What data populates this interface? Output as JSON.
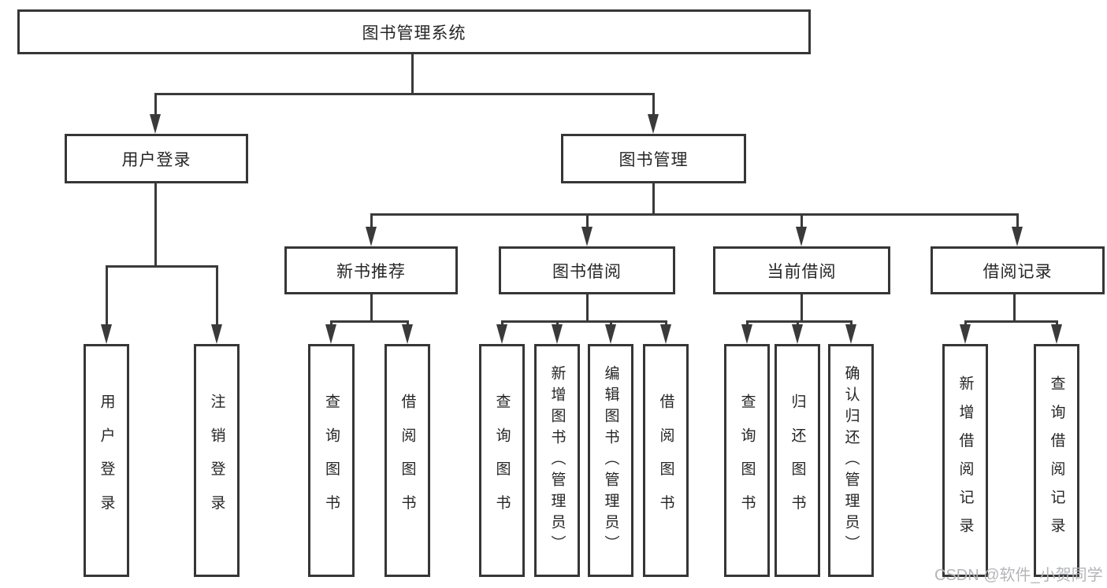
{
  "tree": {
    "root": {
      "label": "图书管理系统"
    },
    "user_login": {
      "label": "用户登录",
      "children": [
        {
          "label": "用户登录"
        },
        {
          "label": "注销登录"
        }
      ]
    },
    "book_mgmt": {
      "label": "图书管理",
      "children": [
        {
          "label": "新书推荐",
          "children": [
            {
              "label": "查询图书"
            },
            {
              "label": "借阅图书"
            }
          ]
        },
        {
          "label": "图书借阅",
          "children": [
            {
              "label": "查询图书"
            },
            {
              "label": "新增图书（管理员）"
            },
            {
              "label": "编辑图书（管理员）"
            },
            {
              "label": "借阅图书"
            }
          ]
        },
        {
          "label": "当前借阅",
          "children": [
            {
              "label": "查询图书"
            },
            {
              "label": "归还图书"
            },
            {
              "label": "确认归还（管理员）"
            }
          ]
        },
        {
          "label": "借阅记录",
          "children": [
            {
              "label": "新增借阅记录"
            },
            {
              "label": "查询借阅记录"
            }
          ]
        }
      ]
    }
  },
  "watermark": {
    "text": "CSDN @软件_小贺同学"
  },
  "colors": {
    "line": "#3a3a3a",
    "box_border": "#363636",
    "text": "#262626",
    "watermark": "#b3b5b9",
    "background": "#ffffff"
  }
}
